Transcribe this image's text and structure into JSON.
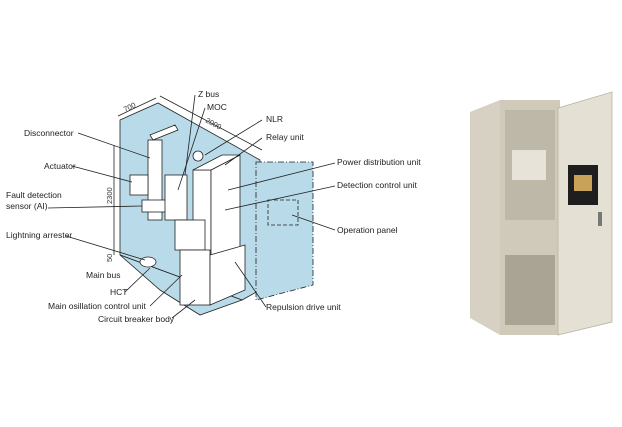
{
  "diagram": {
    "labels": {
      "z_bus": "Z bus",
      "moc": "MOC",
      "nlr": "NLR",
      "relay_unit": "Relay unit",
      "disconnector": "Disconnector",
      "actuator": "Actuator",
      "fault_detection_1": "Fault detection",
      "fault_detection_2": "sensor (AI)",
      "power_distribution_unit": "Power distribution unit",
      "detection_control_unit": "Detection control unit",
      "operation_panel": "Operation panel",
      "lightning_arrester": "Lightning arrester",
      "main_bus": "Main bus",
      "hct": "HCT",
      "main_oscillation_control_unit": "Main osillation control unit",
      "circuit_breaker_body": "Circuit breaker body",
      "repulsion_drive_unit": "Repulsion drive unit"
    },
    "dimensions": {
      "depth": "700",
      "width": "2000",
      "height": "2300",
      "base": "50"
    },
    "colors": {
      "enclosure": "#b9dbe9",
      "cabinet": "#e4e0d3"
    }
  }
}
